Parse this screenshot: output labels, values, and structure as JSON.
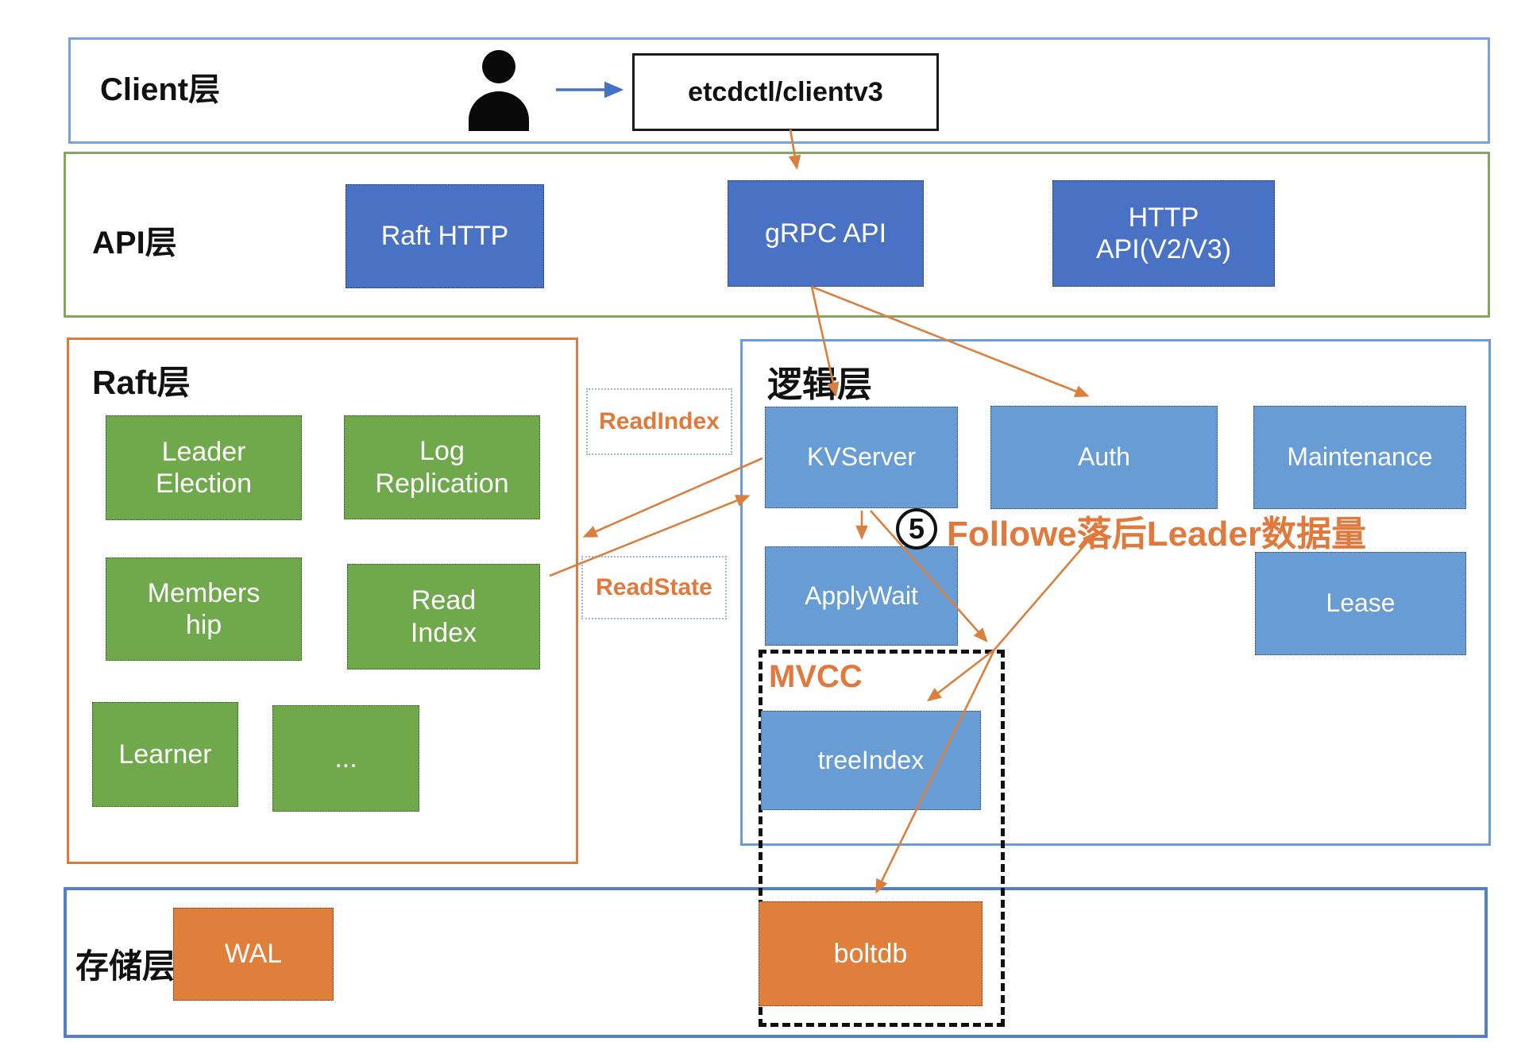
{
  "client": {
    "title": "Client层",
    "box": "etcdctl/clientv3"
  },
  "api": {
    "title": "API层",
    "raft_http": "Raft HTTP",
    "grpc": "gRPC API",
    "http_line1": "HTTP",
    "http_line2": "API(V2/V3)"
  },
  "raft": {
    "title": "Raft层",
    "boxes": [
      "Leader Election",
      "Log Replication",
      "Membership",
      "Read Index",
      "Learner",
      "..."
    ]
  },
  "middle": {
    "read_index": "ReadIndex",
    "read_state": "ReadState"
  },
  "logic": {
    "title": "逻辑层",
    "kvserver": "KVServer",
    "auth": "Auth",
    "maintenance": "Maintenance",
    "applywait": "ApplyWait",
    "lease": "Lease",
    "mvcc": "MVCC",
    "treeindex": "treeIndex"
  },
  "annotation": {
    "number": "5",
    "text": "Followe落后Leader数据量"
  },
  "storage": {
    "title": "存储层",
    "wal": "WAL",
    "boltdb": "boltdb"
  },
  "colors": {
    "dark_blue_box": "#4a72c4",
    "light_blue_box": "#679cd4",
    "green_box": "#70a84c",
    "orange_box": "#e07e3c",
    "arrow_orange": "#d9803f",
    "arrow_blue": "#4472c4",
    "client_border": "#7ba3d8",
    "api_border": "#84a75e",
    "raft_border": "#e0793b",
    "logic_border": "#6b9bd2",
    "storage_border": "#5580c4",
    "annotation_text": "#e0793b"
  }
}
